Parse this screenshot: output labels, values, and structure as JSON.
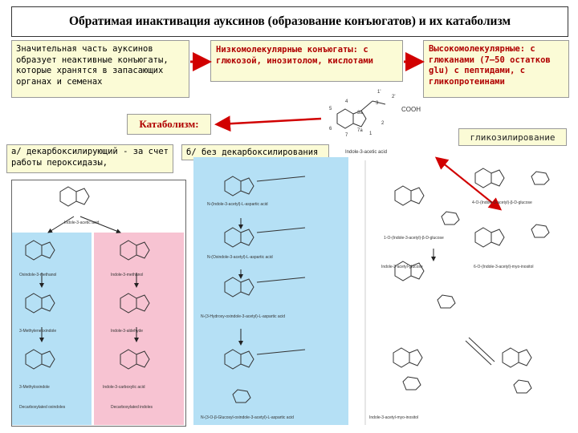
{
  "title": "Обратимая инактивация ауксинов (образование конъюгатов) и их катаболизм",
  "box_left": "Значительная часть ауксинов образует неактивные конъюгаты, которые хранятся в запасающих органах и семенах",
  "box_low": "Низкомолекулярные конъюгаты: с глюкозой, инозитолом, кислотами",
  "box_high": "Высокомолекулярные: с глюканами (7–50 остатков glu) с пептидами, с гликопротеинами",
  "catabolism": "Катаболизм:",
  "glycosylation": "гликозилирование",
  "path_a": "а/ декарбоксилирующий - за счет работы пероксидазы,",
  "path_b": "б/ без декарбоксилирования",
  "iaa_label": "Indole-3-acetic acid",
  "cooh": "COOH",
  "ring_numbers": [
    "1",
    "2",
    "3",
    "4",
    "5",
    "6",
    "7",
    "7a",
    "3a",
    "1'",
    "2'"
  ],
  "col_a_labels": [
    "Indole-3-acetic acid",
    "Oxindole-3-methanol",
    "3-Methyleneoxindole",
    "3-Methyloxindole",
    "Decarboxylated oxindoles"
  ],
  "col_a_right_labels": [
    "Indole-3-methanol",
    "Indole-3-aldehyde",
    "Indole-3-carboxylic acid",
    "Decarboxylated indoles"
  ],
  "col_b_labels": [
    "N-(Indole-3-acetyl)-L-aspartic acid",
    "N-(Oxindole-3-acetyl)-L-aspartic acid",
    "N-(3-Hydroxy-oxindole-3-acetyl)-L-aspartic acid",
    "N-(3-O-β-Glucosyl-oxindole-3-acetyl)-L-aspartic acid"
  ],
  "col_c_labels": [
    "Indole-3-acetyl-glucose",
    "1-O-(Indole-3-acetyl)-β-D-glucose",
    "4-O-(Indole-3-acetyl)-β-D-glucose",
    "6-O-(Indole-3-acetyl)-myo-inositol",
    "Indole-3-acetyl-myo-inositol"
  ]
}
